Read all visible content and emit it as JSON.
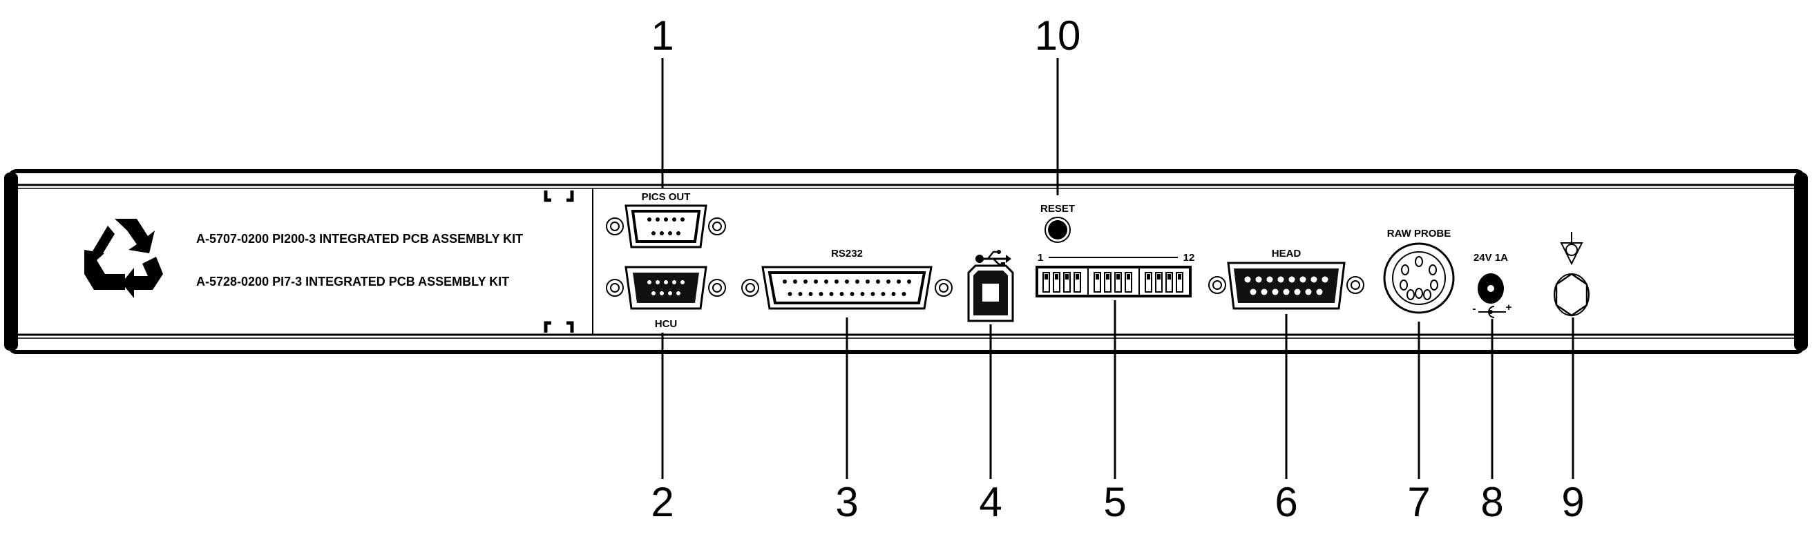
{
  "callouts": {
    "n1": "1",
    "n2": "2",
    "n3": "3",
    "n4": "4",
    "n5": "5",
    "n6": "6",
    "n7": "7",
    "n8": "8",
    "n9": "9",
    "n10": "10"
  },
  "kit_labels": [
    "A-5707-0200 PI200-3 INTEGRATED PCB ASSEMBLY KIT",
    "A-5728-0200 PI7-3 INTEGRATED PCB ASSEMBLY KIT"
  ],
  "ports": {
    "pics_out": "PICS OUT",
    "hcu": "HCU",
    "rs232": "RS232",
    "reset": "RESET",
    "dip_start": "1",
    "dip_end": "12",
    "head": "HEAD",
    "raw_probe": "RAW PROBE",
    "power": "24V 1A",
    "polarity_minus": "-",
    "polarity_plus": "+"
  }
}
